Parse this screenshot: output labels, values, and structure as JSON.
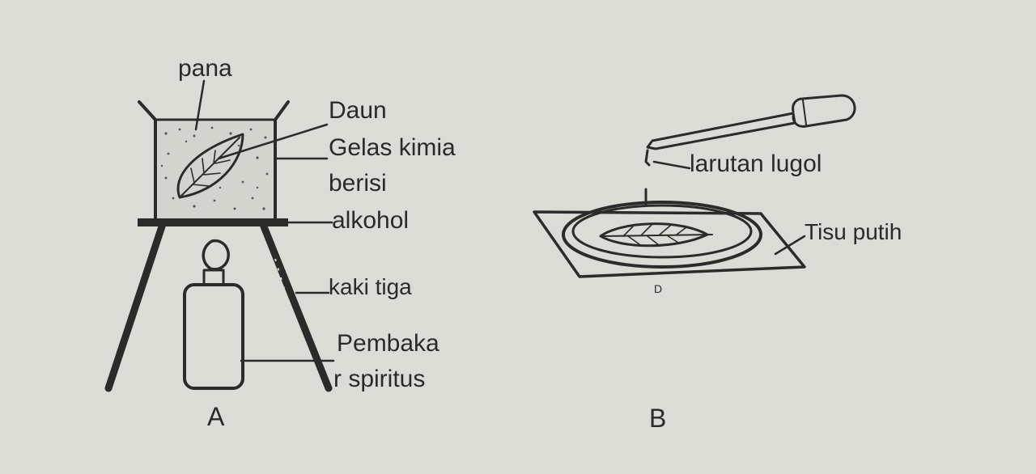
{
  "figure_a": {
    "caption": "A",
    "labels": {
      "pana": "pana",
      "daun": "Daun",
      "gelas_kimia": "Gelas kimia",
      "berisi": "berisi",
      "alkohol": "alkohol",
      "kaki_tiga": "kaki tiga",
      "pembaka": "Pembaka",
      "spiritus": "r spiritus"
    }
  },
  "figure_b": {
    "caption": "B",
    "labels": {
      "larutan_lugol": "larutan lugol",
      "tisu_putih": "Tisu putih",
      "small_mark": "D"
    }
  },
  "colors": {
    "background": "#dcdcd6",
    "ink": "#2b2b2b"
  }
}
